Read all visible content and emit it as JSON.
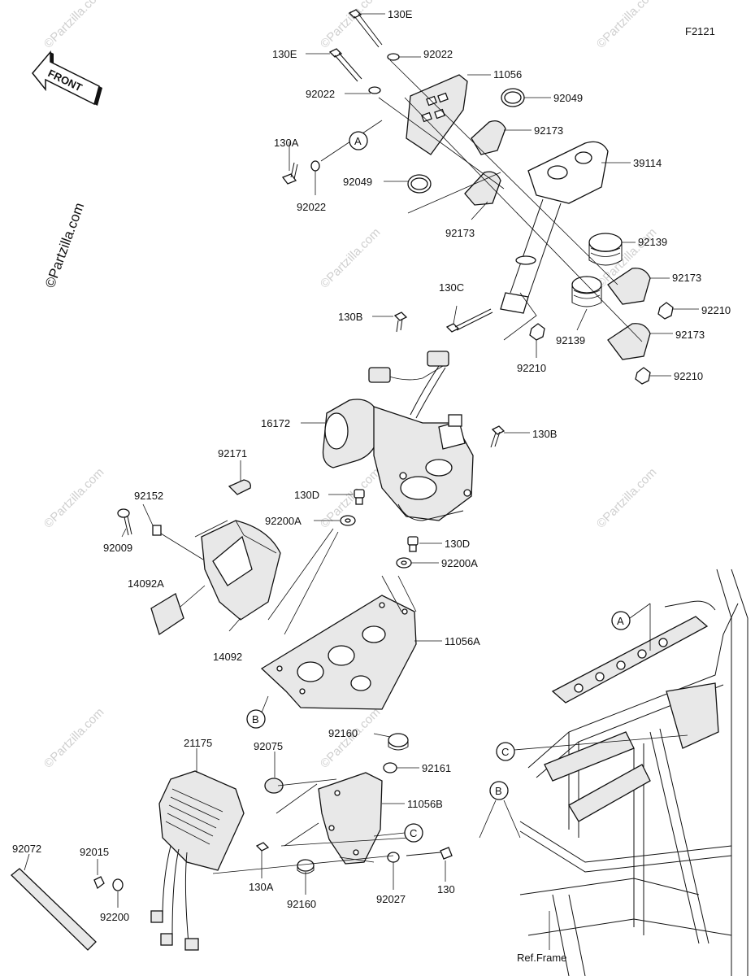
{
  "figure_code": "F2121",
  "front_label": "FRONT",
  "watermark": "©Partzilla.com",
  "ref_frame": "Ref.Frame",
  "callout_letters": {
    "a": "A",
    "b": "B",
    "c": "C"
  },
  "part_labels": {
    "p130e_1": "130E",
    "p130e_2": "130E",
    "p92022_1": "92022",
    "p92022_2": "92022",
    "p92022_3": "92022",
    "p11056": "11056",
    "p92049_1": "92049",
    "p92049_2": "92049",
    "p92173_1": "92173",
    "p92173_2": "92173",
    "p92173_3": "92173",
    "p92173_4": "92173",
    "p130a_1": "130A",
    "p130a_2": "130A",
    "p39114": "39114",
    "p92139_1": "92139",
    "p92139_2": "92139",
    "p92210_1": "92210",
    "p92210_2": "92210",
    "p92210_3": "92210",
    "p130c": "130C",
    "p130b_1": "130B",
    "p130b_2": "130B",
    "p16172": "16172",
    "p92171": "92171",
    "p92152": "92152",
    "p92009": "92009",
    "p130d_1": "130D",
    "p130d_2": "130D",
    "p92200a_1": "92200A",
    "p92200a_2": "92200A",
    "p14092a": "14092A",
    "p14092": "14092",
    "p11056a": "11056A",
    "p92160_1": "92160",
    "p92160_2": "92160",
    "p21175": "21175",
    "p92075": "92075",
    "p92161": "92161",
    "p11056b": "11056B",
    "p92072": "92072",
    "p92015": "92015",
    "p92200": "92200",
    "p92027": "92027",
    "p130": "130"
  }
}
